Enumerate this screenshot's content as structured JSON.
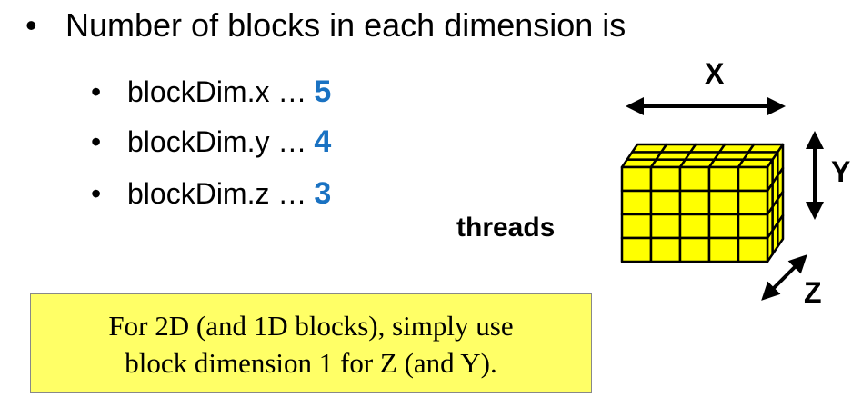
{
  "main_bullet": {
    "bullet": "•",
    "text": "Number of blocks in each dimension is"
  },
  "sub_items": [
    {
      "bullet": "•",
      "label": "blockDim.x …",
      "value": "5"
    },
    {
      "bullet": "•",
      "label": "blockDim.y …",
      "value": "4"
    },
    {
      "bullet": "•",
      "label": "blockDim.z …",
      "value": "3"
    }
  ],
  "diagram": {
    "threads_label": "threads",
    "axis_x": "X",
    "axis_y": "Y",
    "axis_z": "Z",
    "cube_fill": "#ffff00",
    "value_color": "#1a72c2"
  },
  "note": {
    "line1": "For 2D (and 1D blocks), simply use",
    "line2": "block dimension 1 for Z (and Y)."
  }
}
